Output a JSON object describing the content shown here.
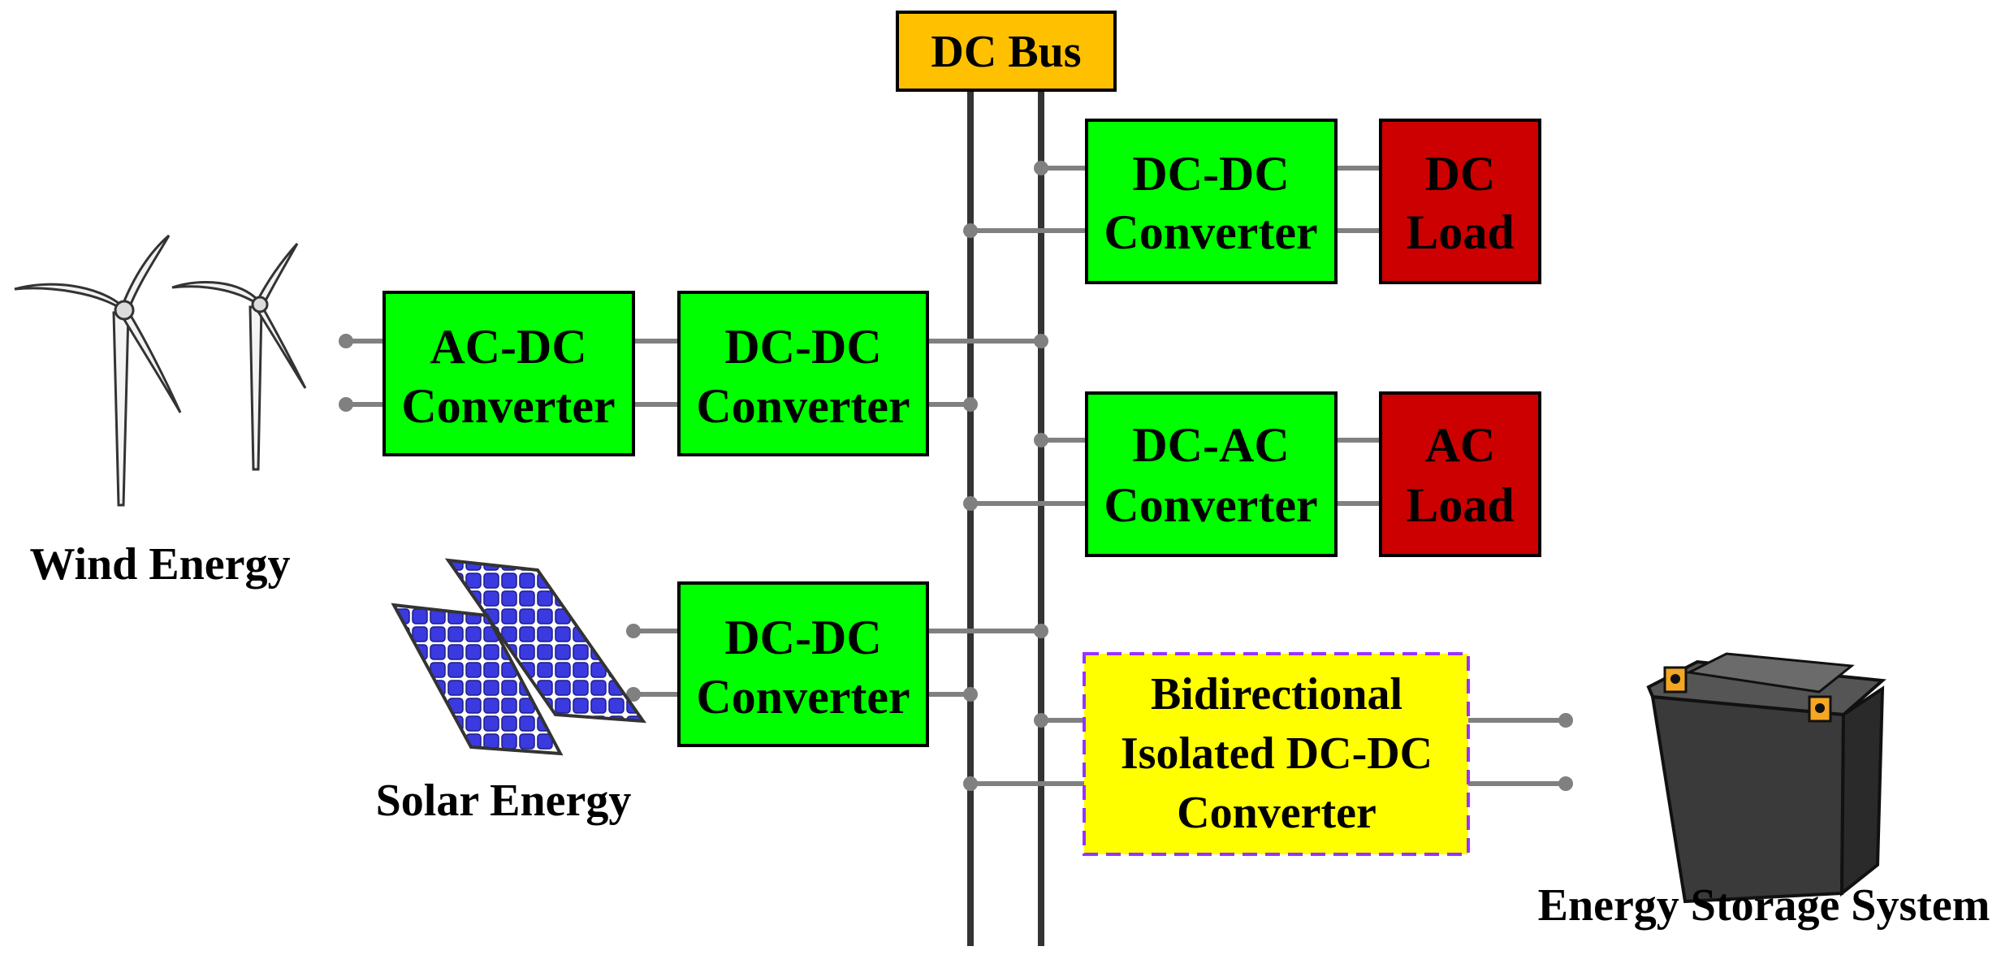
{
  "colors": {
    "converter_fill": "#00FF00",
    "load_fill": "#CC0000",
    "bus_label_fill": "#FFC000",
    "bidirectional_fill": "#FFFF00",
    "bidirectional_border": "#9933FF",
    "wire": "#808080",
    "bus_rail": "#333333",
    "panel_blue": "#3A3AE0",
    "battery_body": "#3A3A3A",
    "terminal_orange": "#F5A623"
  },
  "bus": {
    "label": "DC Bus"
  },
  "sources": {
    "wind": {
      "caption": "Wind Energy",
      "icon": "wind-turbine-icon"
    },
    "solar": {
      "caption": "Solar Energy",
      "icon": "solar-panel-icon"
    },
    "storage": {
      "caption": "Energy Storage System",
      "icon": "battery-icon"
    }
  },
  "converters": {
    "wind_acdc": {
      "line1": "AC-DC",
      "line2": "Converter"
    },
    "wind_dcdc": {
      "line1": "DC-DC",
      "line2": "Converter"
    },
    "solar_dcdc": {
      "line1": "DC-DC",
      "line2": "Converter"
    },
    "load_dcdc": {
      "line1": "DC-DC",
      "line2": "Converter"
    },
    "load_dcac": {
      "line1": "DC-AC",
      "line2": "Converter"
    },
    "bidirectional": {
      "line1": "Bidirectional",
      "line2": "Isolated DC-DC",
      "line3": "Converter"
    }
  },
  "loads": {
    "dc": {
      "line1": "DC",
      "line2": "Load"
    },
    "ac": {
      "line1": "AC",
      "line2": "Load"
    }
  }
}
